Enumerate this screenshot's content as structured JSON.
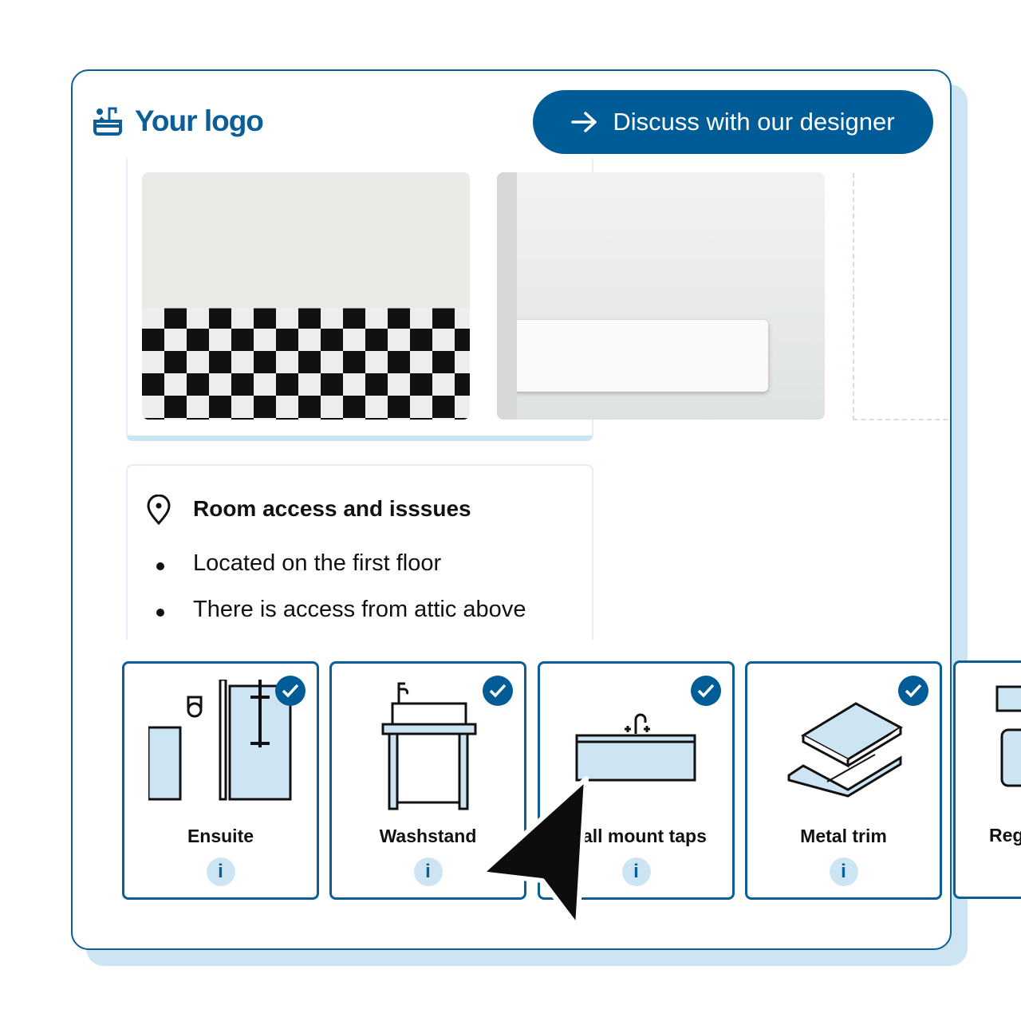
{
  "header": {
    "logo_text": "Your logo",
    "logo_icon": "bath-icon",
    "cta_label": "Discuss with our designer",
    "cta_icon": "arrow-right-icon"
  },
  "colors": {
    "brand": "#005c97",
    "accent_light": "#cde4f2"
  },
  "room_info": {
    "title": "Room access and isssues",
    "icon": "map-pin-icon",
    "items": [
      "Located on the first floor",
      "There is access from attic above"
    ]
  },
  "options": [
    {
      "label": "Ensuite",
      "selected": true
    },
    {
      "label": "Washstand",
      "selected": true
    },
    {
      "label": "Wall mount taps",
      "visible_label": "l mount taps",
      "selected": true
    },
    {
      "label": "Metal trim",
      "selected": true
    },
    {
      "label": "Reg",
      "selected": false
    }
  ],
  "info_glyph": "i"
}
